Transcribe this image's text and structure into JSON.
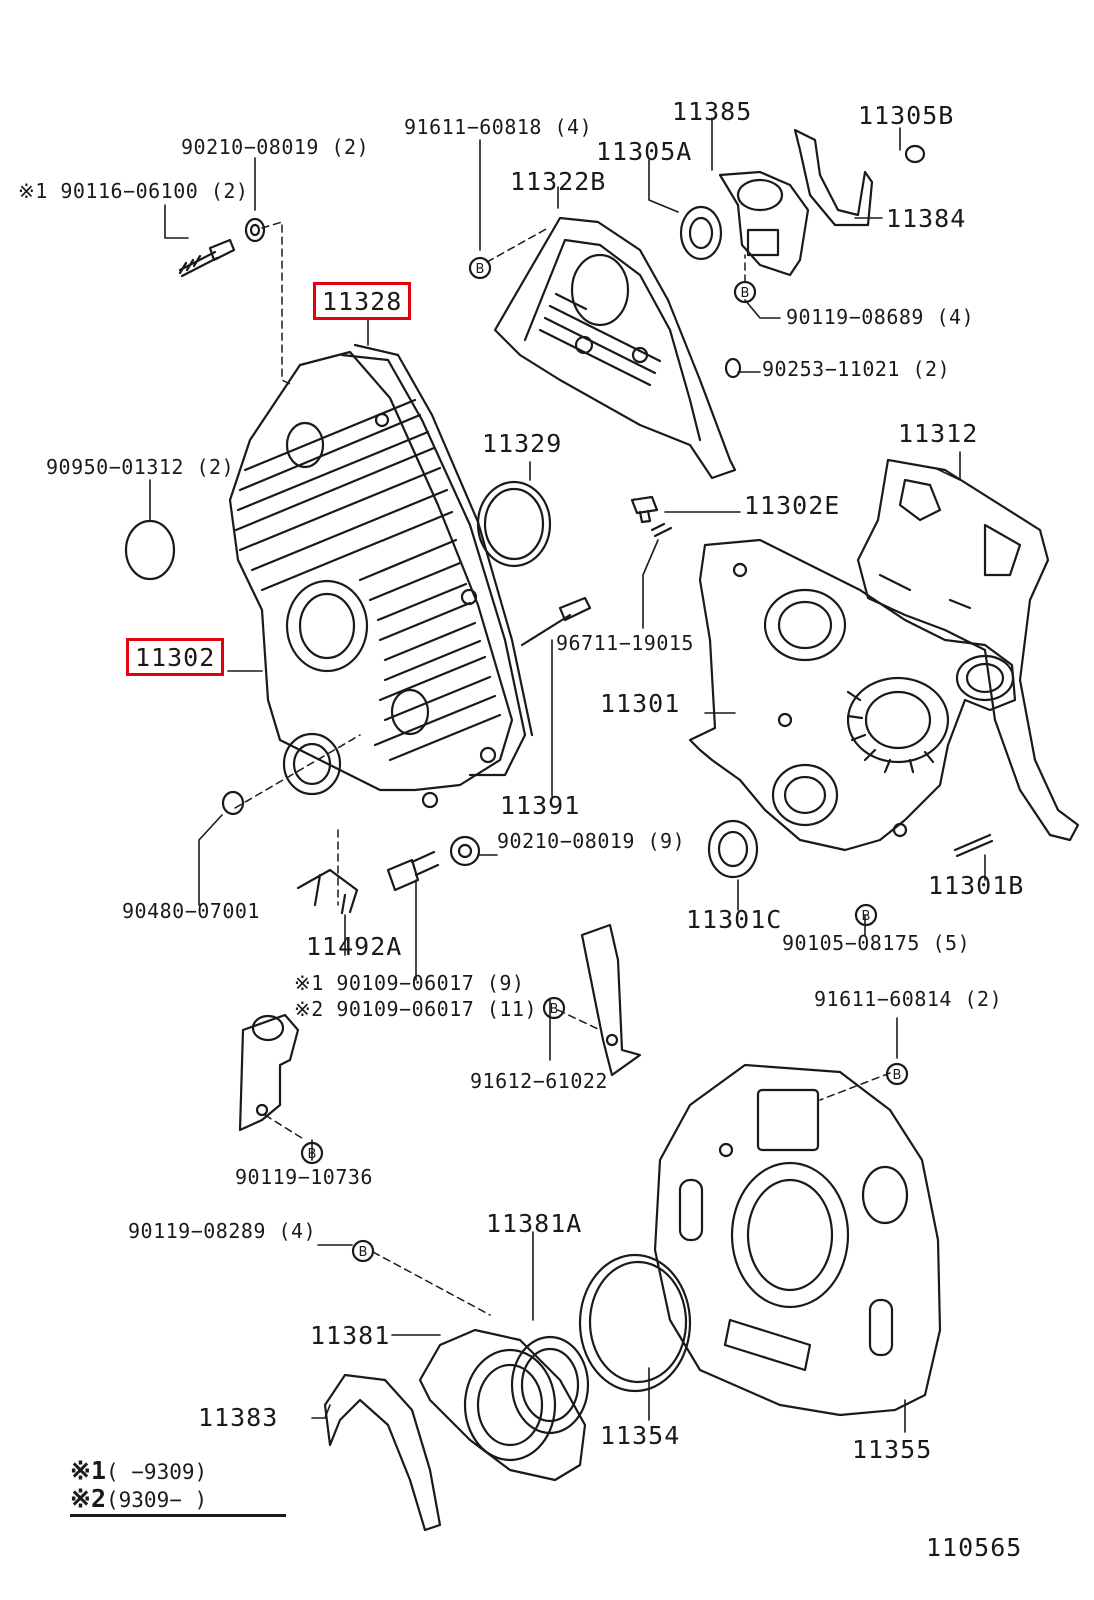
{
  "labels": {
    "p90210_08019_2": "90210−08019 (2)",
    "p90116_06100": "※1 90116−06100 (2)",
    "p91611_60818": "91611−60818 (4)",
    "p11385": "11385",
    "p11305b": "11305B",
    "p11305a": "11305A",
    "p11322b": "11322B",
    "p11384": "11384",
    "p11328": "11328",
    "p90119_08689": "90119−08689 (4)",
    "p90253_11021": "90253−11021 (2)",
    "p11329": "11329",
    "p11312": "11312",
    "p90950_01312": "90950−01312 (2)",
    "p11302e": "11302E",
    "p96711_19015": "96711−19015",
    "p11302": "11302",
    "p11301": "11301",
    "p11391": "11391",
    "p90210_08019_9": "90210−08019 (9)",
    "p90480_07001": "90480−07001",
    "p11301c": "11301C",
    "p11301b": "11301B",
    "p90105_08175": "90105−08175 (5)",
    "p11492a": "11492A",
    "p90109_06017_9": "※1 90109−06017 (9)",
    "p90109_06017_11": "※2 90109−06017 (11)",
    "p91611_60814": "91611−60814 (2)",
    "p91612_61022": "91612−61022",
    "p90119_10736": "90119−10736",
    "p90119_08289": "90119−08289 (4)",
    "p11381a": "11381A",
    "p11381": "11381",
    "p11383": "11383",
    "p11354": "11354",
    "p11355": "11355",
    "diagram_no": "110565"
  },
  "legend": {
    "row1_mark": "※1",
    "row1_range": "(        −9309)",
    "row2_mark": "※2",
    "row2_range": "(9309−        )"
  },
  "colors": {
    "ink": "#1a1a1a",
    "highlight": "#e3000f"
  }
}
